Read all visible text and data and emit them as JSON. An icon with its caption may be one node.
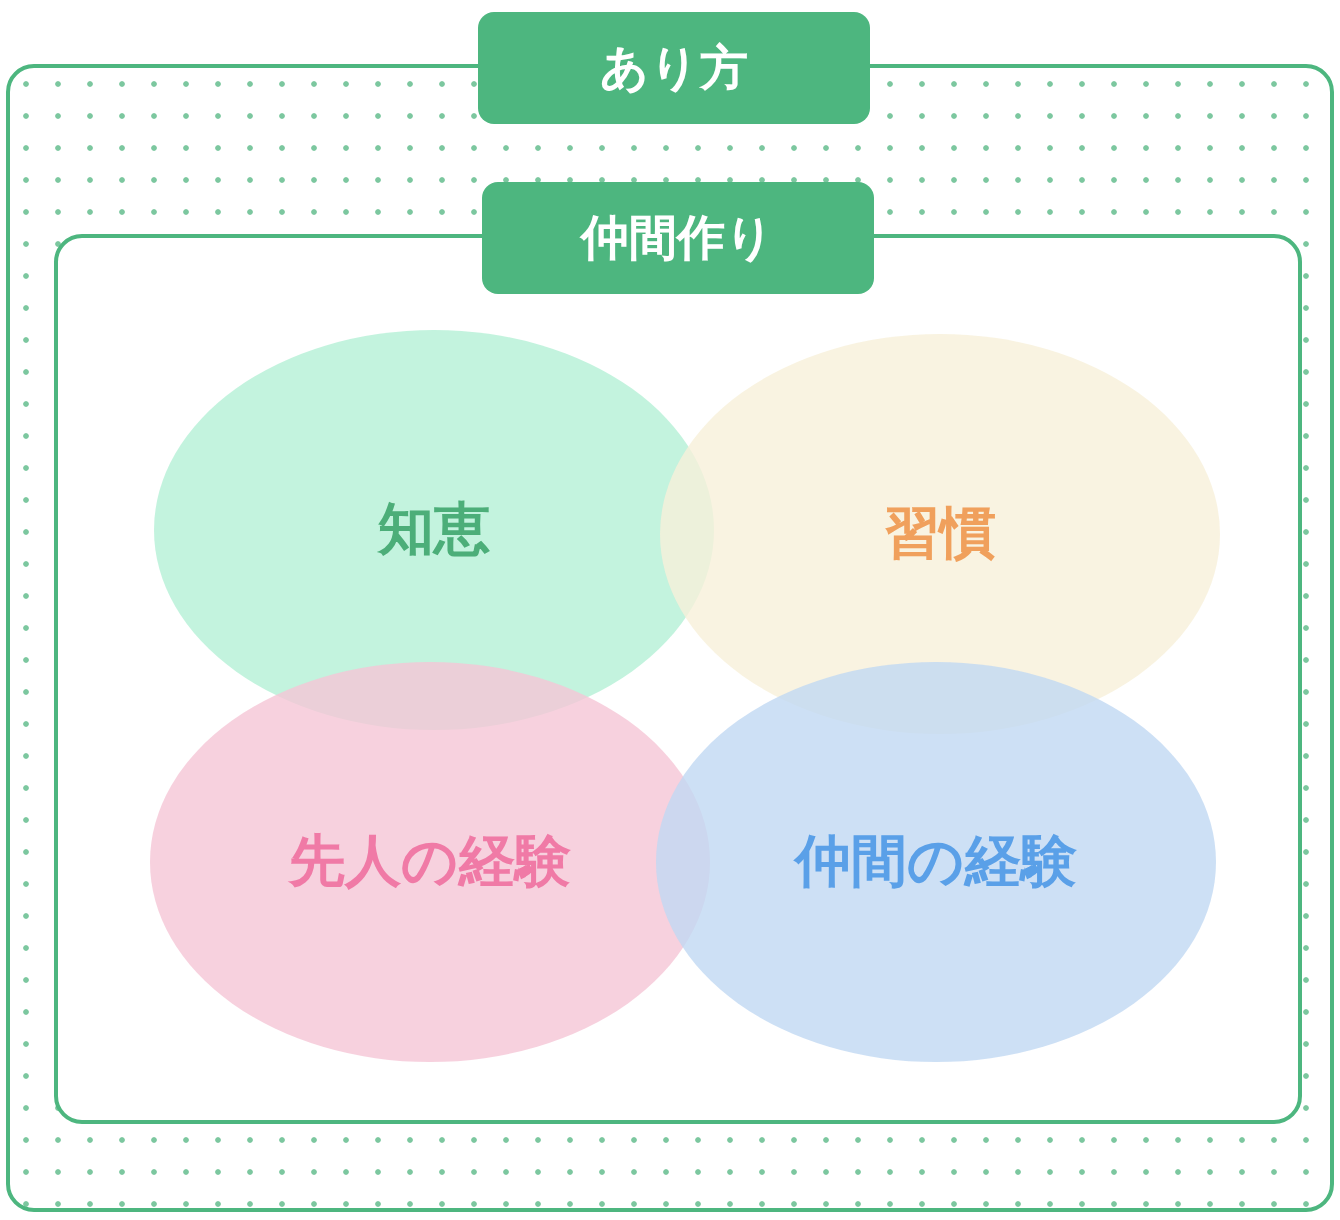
{
  "diagram": {
    "nodes": [
      {
        "text": [
          "あり方"
        ]
      },
      {
        "text": [
          "仲間作り"
        ],
        "in": 0
      },
      {
        "text": [
          "知恵"
        ],
        "in": 1
      },
      {
        "text": [
          "習慣"
        ],
        "in": 1
      },
      {
        "text": [
          "先人の経験"
        ],
        "in": 1
      },
      {
        "text": [
          "仲間の経験"
        ],
        "in": 1
      }
    ]
  }
}
